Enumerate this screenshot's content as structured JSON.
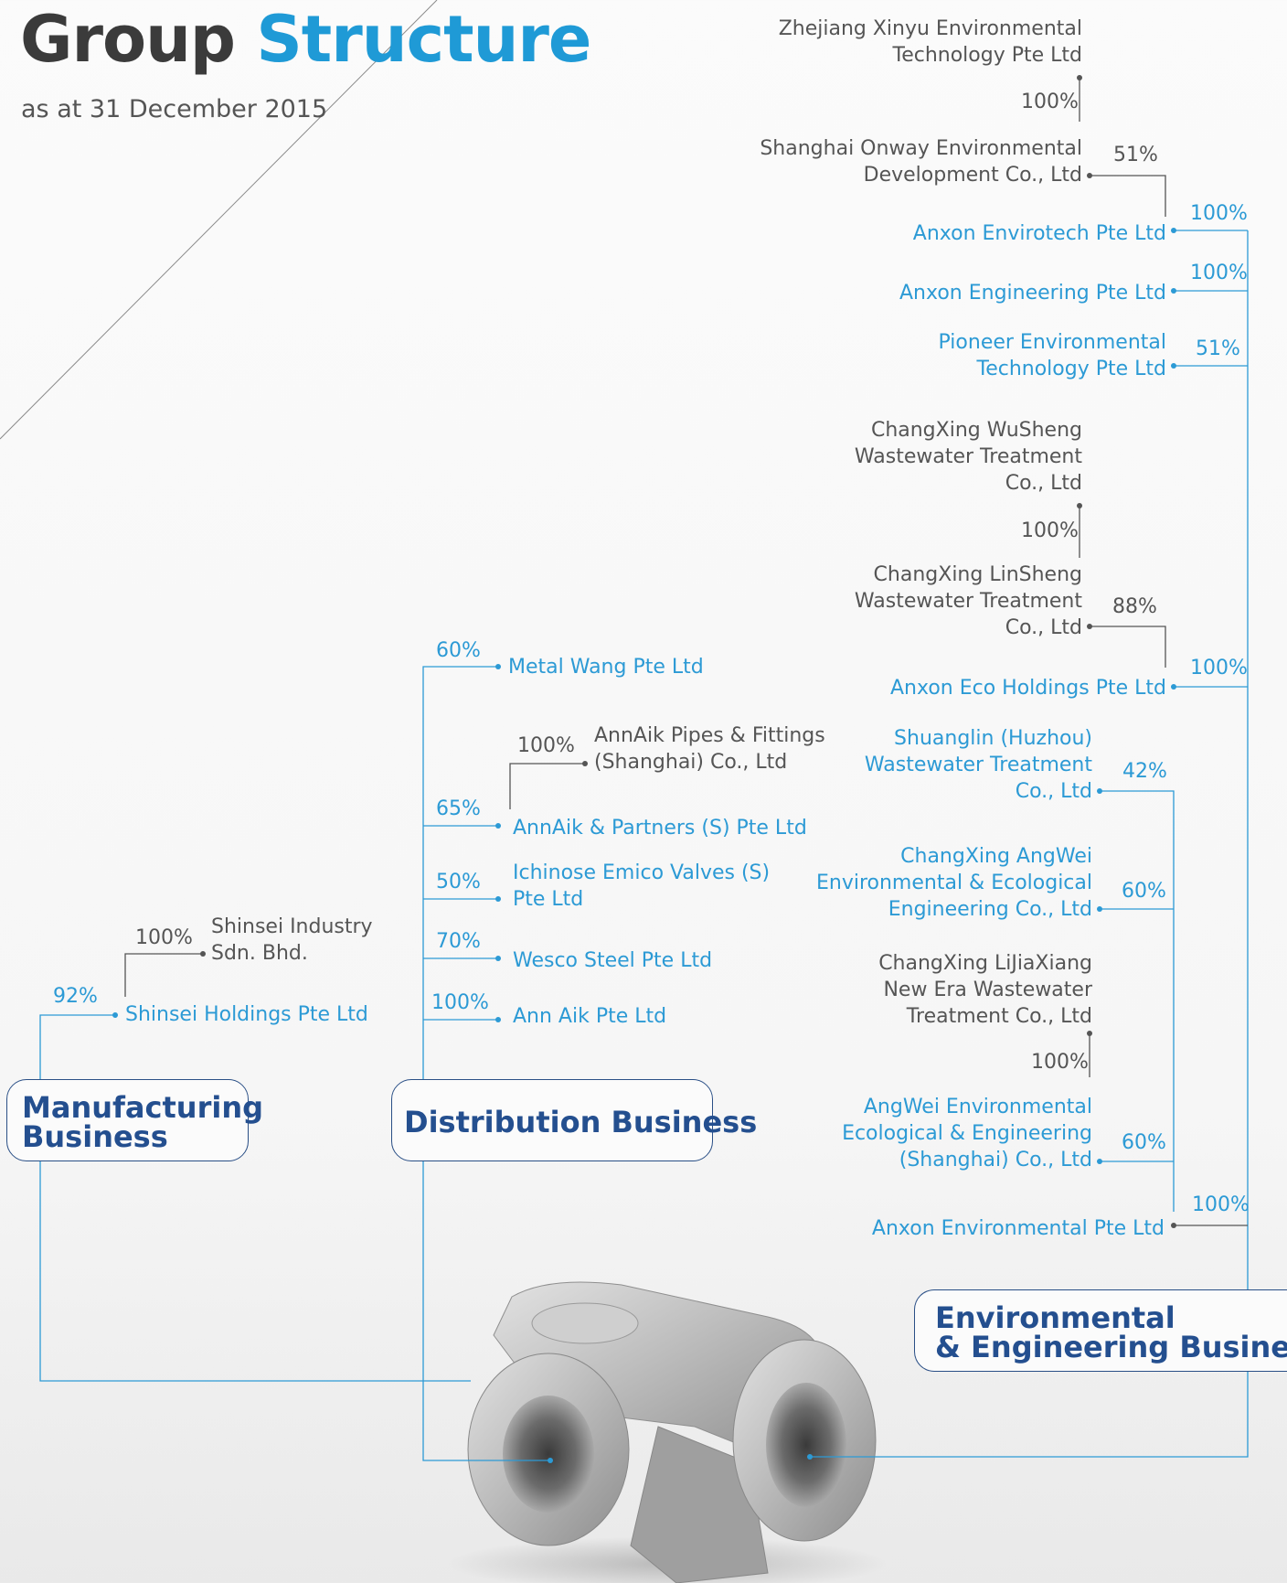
{
  "title": {
    "part1": "Group",
    "part2": "Structure"
  },
  "subtitle": "as at 31 December 2015",
  "segments": {
    "manufacturing": [
      "Manufacturing",
      "Business"
    ],
    "distribution": "Distribution Business",
    "environmental": [
      "Environmental",
      "& Engineering Business"
    ]
  },
  "companies": {
    "zhejiang_xinyu": [
      "Zhejiang Xinyu Environmental",
      "Technology Pte Ltd"
    ],
    "shanghai_onway": [
      "Shanghai Onway Environmental",
      "Development Co., Ltd"
    ],
    "anxon_envirotech": "Anxon Envirotech Pte Ltd",
    "anxon_engineering": "Anxon Engineering Pte Ltd",
    "pioneer_environmental": [
      "Pioneer Environmental",
      "Technology Pte Ltd"
    ],
    "changxing_wusheng": [
      "ChangXing WuSheng",
      "Wastewater Treatment",
      "Co., Ltd"
    ],
    "changxing_linsheng": [
      "ChangXing LinSheng",
      "Wastewater Treatment",
      "Co., Ltd"
    ],
    "anxon_eco_holdings": "Anxon Eco Holdings Pte Ltd",
    "shuanglin": [
      "Shuanglin (Huzhou)",
      "Wastewater Treatment",
      "Co., Ltd"
    ],
    "changxing_angwei": [
      "ChangXing AngWei",
      "Environmental & Ecological",
      "Engineering Co., Ltd"
    ],
    "changxing_lijiaxiang": [
      "ChangXing LiJiaXiang",
      "New Era Wastewater",
      "Treatment Co., Ltd"
    ],
    "angwei_shanghai": [
      "AngWei Environmental",
      "Ecological & Engineering",
      "(Shanghai) Co., Ltd"
    ],
    "anxon_environmental": "Anxon Environmental Pte Ltd",
    "metal_wang": "Metal Wang Pte Ltd",
    "annaik_pipes": [
      "AnnAik Pipes & Fittings",
      "(Shanghai) Co., Ltd"
    ],
    "annaik_partners": "AnnAik & Partners (S) Pte Ltd",
    "ichinose": [
      "Ichinose Emico Valves (S)",
      "Pte Ltd"
    ],
    "wesco": "Wesco Steel Pte Ltd",
    "ann_aik": "Ann Aik Pte Ltd",
    "shinsei_industry": [
      "Shinsei Industry",
      "Sdn. Bhd."
    ],
    "shinsei_holdings": "Shinsei Holdings Pte Ltd"
  },
  "percentages": {
    "zhejiang_xinyu": "100%",
    "shanghai_onway": "51%",
    "anxon_envirotech": "100%",
    "anxon_engineering": "100%",
    "pioneer_environmental": "51%",
    "changxing_wusheng": "100%",
    "changxing_linsheng": "88%",
    "anxon_eco_holdings": "100%",
    "shuanglin": "42%",
    "changxing_angwei": "60%",
    "changxing_lijiaxiang": "100%",
    "angwei_shanghai": "60%",
    "anxon_environmental": "100%",
    "metal_wang": "60%",
    "annaik_pipes": "100%",
    "annaik_partners": "65%",
    "ichinose": "50%",
    "wesco": "70%",
    "ann_aik": "100%",
    "shinsei_industry": "100%",
    "shinsei_holdings": "92%"
  },
  "colors": {
    "title_dark": "#3b3b3b",
    "title_accent": "#1f9ad6",
    "company_blue": "#2c9ad5",
    "company_gray": "#555555",
    "segment_navy": "#244f8f",
    "line_blue": "#2c9ad5",
    "line_gray": "#555555"
  },
  "image": "stainless-steel-tee-pipe-fitting"
}
